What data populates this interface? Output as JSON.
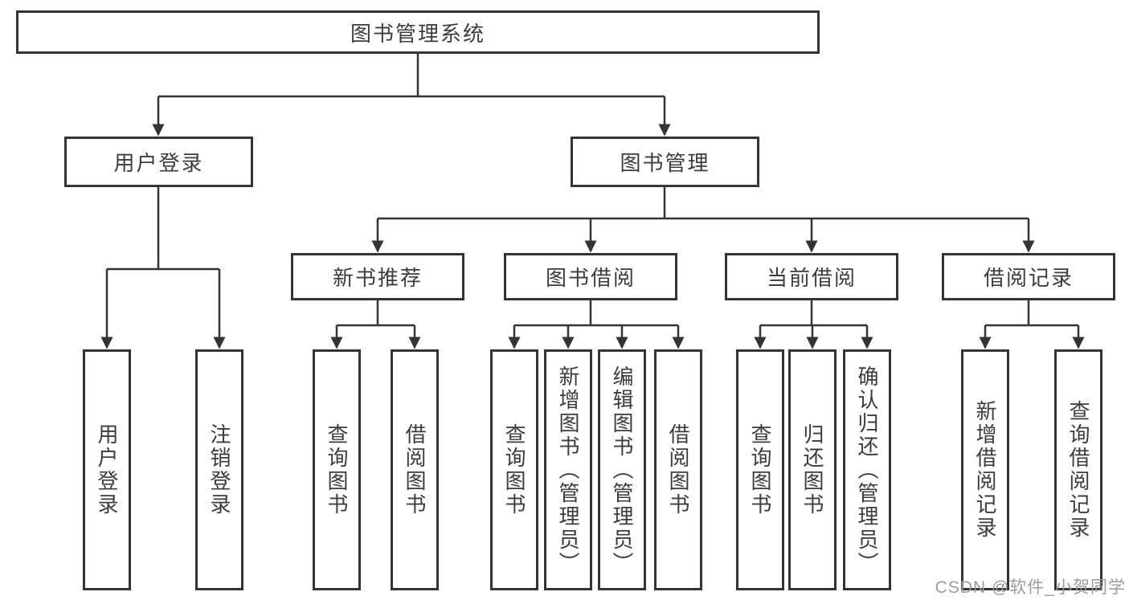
{
  "tree": {
    "root": {
      "label": "图书管理系统"
    },
    "branches": {
      "user_login": {
        "label": "用户登录",
        "children": [
          {
            "label": "用户登录"
          },
          {
            "label": "注销登录"
          }
        ]
      },
      "book_management": {
        "label": "图书管理",
        "children": [
          {
            "label": "新书推荐",
            "children": [
              {
                "label": "查询图书"
              },
              {
                "label": "借阅图书"
              }
            ]
          },
          {
            "label": "图书借阅",
            "children": [
              {
                "label": "查询图书"
              },
              {
                "label": "新增图书（管理员）"
              },
              {
                "label": "编辑图书（管理员）"
              },
              {
                "label": "借阅图书"
              }
            ]
          },
          {
            "label": "当前借阅",
            "children": [
              {
                "label": "查询图书"
              },
              {
                "label": "归还图书"
              },
              {
                "label": "确认归还（管理员）"
              }
            ]
          },
          {
            "label": "借阅记录",
            "children": [
              {
                "label": "新增借阅记录"
              },
              {
                "label": "查询借阅记录"
              }
            ]
          }
        ]
      }
    }
  },
  "watermark": {
    "text": "CSDN @软件_小贺同学"
  },
  "colors": {
    "line": "#343434",
    "box_border": "#343434",
    "text": "#3c3c3c",
    "watermark": "#9b9b9b",
    "background": "#ffffff"
  }
}
